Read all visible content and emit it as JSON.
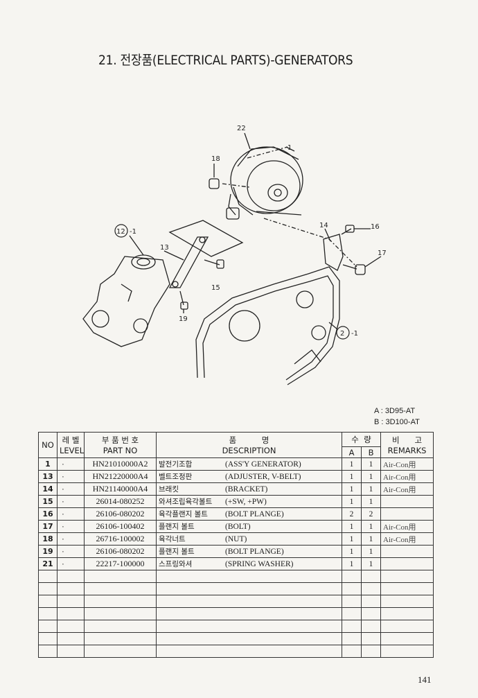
{
  "title": "21. 전장품(ELECTRICAL PARTS)-GENERATORS",
  "diagram": {
    "labels": {
      "l22": "22",
      "l1": "1",
      "l18": "18",
      "l12_1": "12",
      "l12_1_suffix": "-1",
      "l13": "13",
      "l14": "14",
      "l16": "16",
      "l17": "17",
      "l15": "15",
      "l19": "19",
      "l2_1": "2",
      "l2_1_suffix": "-1"
    }
  },
  "legend": {
    "a": "A : 3D95-AT",
    "b": "B : 3D100-AT"
  },
  "table": {
    "headers": {
      "no": "NO",
      "level_ko": "레 벨",
      "level_en": "LEVEL",
      "part_ko": "부 품 번 호",
      "part_en": "PART NO",
      "desc_ko": "품          명",
      "desc_en": "DESCRIPTION",
      "qty_ko": "수  량",
      "qty_a": "A",
      "qty_b": "B",
      "rem_ko": "비      고",
      "rem_en": "REMARKS"
    },
    "rows": [
      {
        "no": "1",
        "level": "·",
        "part": "HN21010000A2",
        "desc_ko": "발전기조합",
        "desc_en": "(ASS'Y GENERATOR)",
        "a": "1",
        "b": "1",
        "remarks": "Air-Con用"
      },
      {
        "no": "13",
        "level": "·",
        "part": "HN21220000A4",
        "desc_ko": "벨트조정판",
        "desc_en": "(ADJUSTER, V-BELT)",
        "a": "1",
        "b": "1",
        "remarks": "Air-Con用"
      },
      {
        "no": "14",
        "level": "·",
        "part": "HN21140000A4",
        "desc_ko": "브래킷",
        "desc_en": "(BRACKET)",
        "a": "1",
        "b": "1",
        "remarks": "Air-Con用"
      },
      {
        "no": "15",
        "level": "·",
        "part": "26014-080252",
        "desc_ko": "와셔조립육각볼트",
        "desc_en": "(+SW, +PW)",
        "a": "1",
        "b": "1",
        "remarks": ""
      },
      {
        "no": "16",
        "level": "·",
        "part": "26106-080202",
        "desc_ko": "육각플랜지 볼트",
        "desc_en": "(BOLT PLANGE)",
        "a": "2",
        "b": "2",
        "remarks": ""
      },
      {
        "no": "17",
        "level": "·",
        "part": "26106-100402",
        "desc_ko": "플랜지 볼트",
        "desc_en": "(BOLT)",
        "a": "1",
        "b": "1",
        "remarks": "Air-Con用"
      },
      {
        "no": "18",
        "level": "·",
        "part": "26716-100002",
        "desc_ko": "육각너트",
        "desc_en": "(NUT)",
        "a": "1",
        "b": "1",
        "remarks": "Air-Con用"
      },
      {
        "no": "19",
        "level": "·",
        "part": "26106-080202",
        "desc_ko": "플랜지 볼트",
        "desc_en": "(BOLT PLANGE)",
        "a": "1",
        "b": "1",
        "remarks": ""
      },
      {
        "no": "21",
        "level": "·",
        "part": "22217-100000",
        "desc_ko": "스프링와셔",
        "desc_en": "(SPRING WASHER)",
        "a": "1",
        "b": "1",
        "remarks": ""
      }
    ],
    "empty_rows": 7
  },
  "page_number": "141"
}
